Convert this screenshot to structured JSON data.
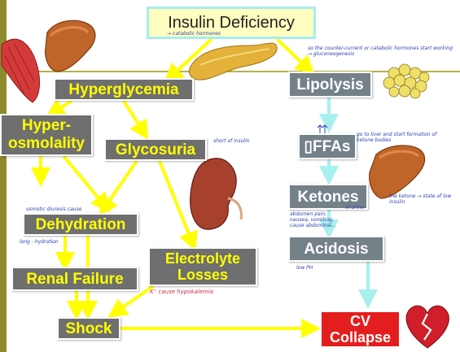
{
  "title": "Insulin Deficiency",
  "nodes": {
    "hyperglycemia": "Hyperglycemia",
    "lipolysis": "Lipolysis",
    "hyperosmolality": "Hyper-\nosmolality",
    "glycosuria": "Glycosuria",
    "ffas": "▯FFAs",
    "ketones": "Ketones",
    "dehydration": "Dehydration",
    "electrolyte_losses": "Electrolyte\nLosses",
    "acidosis": "Acidosis",
    "renal_failure": "Renal Failure",
    "shock": "Shock",
    "cv_collapse": "CV\nCollapse"
  },
  "notes": {
    "catabolic": "→ catabolic hormones",
    "counter_current": "so the counter-current or catabolic hormones start working → gluconeogenesis",
    "liver_ketone": "go to liver and start formation of ketone bodies",
    "short_of_insulin": "short of insulin",
    "osmotic_diuresis": "osmotic diuresis cause",
    "long_hydration": "long - hydration",
    "in_urine": "in urine",
    "abdomen_pain": "abdomen pain, nausea, vomiting, cause abdominal...",
    "low_ph": "low PH",
    "k_hypokalemia": "K⁺ cause hypokalemia",
    "ketone_liver_note": "the ketone → state of low insulin"
  },
  "colors": {
    "arrow_yellow": "#ffff00",
    "arrow_cyan": "#a8f0ee",
    "box_text_yellow": "#ffff00",
    "box_text_white": "#ffffff",
    "cv_red": "#e41e1e",
    "left_bar": "#8c8a2c"
  }
}
